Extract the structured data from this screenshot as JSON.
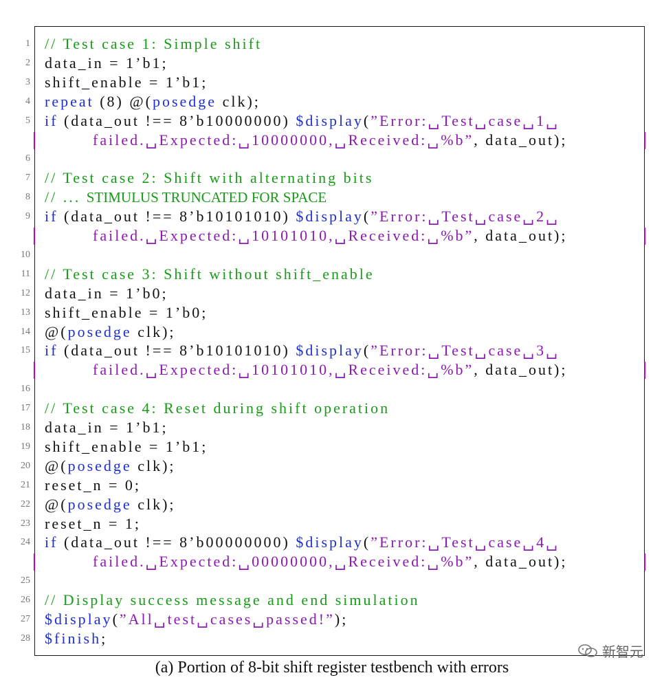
{
  "caption": "(a) Portion of 8-bit shift register testbench with errors",
  "watermark": "新智元",
  "lines": [
    {
      "n": "1",
      "parts": [
        {
          "c": "cm",
          "t": "// Test case 1: Simple shift"
        }
      ]
    },
    {
      "n": "2",
      "parts": [
        {
          "c": "",
          "t": "data_in = 1’b1;"
        }
      ]
    },
    {
      "n": "3",
      "parts": [
        {
          "c": "",
          "t": "shift_enable = 1’b1;"
        }
      ]
    },
    {
      "n": "4",
      "parts": [
        {
          "c": "kw",
          "t": "repeat"
        },
        {
          "c": "",
          "t": " (8) @("
        },
        {
          "c": "kw",
          "t": "posedge"
        },
        {
          "c": "",
          "t": " clk);"
        }
      ]
    },
    {
      "n": "5",
      "parts": [
        {
          "c": "kw",
          "t": "if"
        },
        {
          "c": "",
          "t": " (data_out !== 8’b10000000) "
        },
        {
          "c": "kw",
          "t": "$display"
        },
        {
          "c": "",
          "t": "("
        },
        {
          "c": "st",
          "t": "”Error:␣Test␣case␣1␣"
        }
      ]
    },
    {
      "n": "",
      "cont": true,
      "parts": [
        {
          "c": "st",
          "t": "failed.␣Expected:␣10000000,␣Received:␣%b”"
        },
        {
          "c": "",
          "t": ", data_out);"
        }
      ]
    },
    {
      "n": "6",
      "parts": []
    },
    {
      "n": "7",
      "parts": [
        {
          "c": "cm",
          "t": "// Test case 2: Shift with alternating bits"
        }
      ]
    },
    {
      "n": "8",
      "parts": [
        {
          "c": "cm",
          "t": "// ... "
        },
        {
          "c": "trunc",
          "t": "STIMULUS TRUNCATED FOR SPACE"
        }
      ]
    },
    {
      "n": "9",
      "parts": [
        {
          "c": "kw",
          "t": "if"
        },
        {
          "c": "",
          "t": " (data_out !== 8’b10101010) "
        },
        {
          "c": "kw",
          "t": "$display"
        },
        {
          "c": "",
          "t": "("
        },
        {
          "c": "st",
          "t": "”Error:␣Test␣case␣2␣"
        }
      ]
    },
    {
      "n": "",
      "cont": true,
      "parts": [
        {
          "c": "st",
          "t": "failed.␣Expected:␣10101010,␣Received:␣%b”"
        },
        {
          "c": "",
          "t": ", data_out);"
        }
      ]
    },
    {
      "n": "10",
      "parts": []
    },
    {
      "n": "11",
      "parts": [
        {
          "c": "cm",
          "t": "// Test case 3: Shift without shift_enable"
        }
      ]
    },
    {
      "n": "12",
      "parts": [
        {
          "c": "",
          "t": "data_in = 1’b0;"
        }
      ]
    },
    {
      "n": "13",
      "parts": [
        {
          "c": "",
          "t": "shift_enable = 1’b0;"
        }
      ]
    },
    {
      "n": "14",
      "parts": [
        {
          "c": "",
          "t": "@("
        },
        {
          "c": "kw",
          "t": "posedge"
        },
        {
          "c": "",
          "t": " clk);"
        }
      ]
    },
    {
      "n": "15",
      "parts": [
        {
          "c": "kw",
          "t": "if"
        },
        {
          "c": "",
          "t": " (data_out !== 8’b10101010) "
        },
        {
          "c": "kw",
          "t": "$display"
        },
        {
          "c": "",
          "t": "("
        },
        {
          "c": "st",
          "t": "”Error:␣Test␣case␣3␣"
        }
      ]
    },
    {
      "n": "",
      "cont": true,
      "parts": [
        {
          "c": "st",
          "t": "failed.␣Expected:␣10101010,␣Received:␣%b”"
        },
        {
          "c": "",
          "t": ", data_out);"
        }
      ]
    },
    {
      "n": "16",
      "parts": []
    },
    {
      "n": "17",
      "parts": [
        {
          "c": "cm",
          "t": "// Test case 4: Reset during shift operation"
        }
      ]
    },
    {
      "n": "18",
      "parts": [
        {
          "c": "",
          "t": "data_in = 1’b1;"
        }
      ]
    },
    {
      "n": "19",
      "parts": [
        {
          "c": "",
          "t": "shift_enable = 1’b1;"
        }
      ]
    },
    {
      "n": "20",
      "parts": [
        {
          "c": "",
          "t": "@("
        },
        {
          "c": "kw",
          "t": "posedge"
        },
        {
          "c": "",
          "t": " clk);"
        }
      ]
    },
    {
      "n": "21",
      "parts": [
        {
          "c": "",
          "t": "reset_n = 0;"
        }
      ]
    },
    {
      "n": "22",
      "parts": [
        {
          "c": "",
          "t": "@("
        },
        {
          "c": "kw",
          "t": "posedge"
        },
        {
          "c": "",
          "t": " clk);"
        }
      ]
    },
    {
      "n": "23",
      "parts": [
        {
          "c": "",
          "t": "reset_n = 1;"
        }
      ]
    },
    {
      "n": "24",
      "parts": [
        {
          "c": "kw",
          "t": "if"
        },
        {
          "c": "",
          "t": " (data_out !== 8’b00000000) "
        },
        {
          "c": "kw",
          "t": "$display"
        },
        {
          "c": "",
          "t": "("
        },
        {
          "c": "st",
          "t": "”Error:␣Test␣case␣4␣"
        }
      ]
    },
    {
      "n": "",
      "cont": true,
      "parts": [
        {
          "c": "st",
          "t": "failed.␣Expected:␣00000000,␣Received:␣%b”"
        },
        {
          "c": "",
          "t": ", data_out);"
        }
      ]
    },
    {
      "n": "25",
      "parts": []
    },
    {
      "n": "26",
      "parts": [
        {
          "c": "cm",
          "t": "// Display success message and end simulation"
        }
      ]
    },
    {
      "n": "27",
      "parts": [
        {
          "c": "kw",
          "t": "$display"
        },
        {
          "c": "",
          "t": "("
        },
        {
          "c": "st",
          "t": "”All␣test␣cases␣passed!”"
        },
        {
          "c": "",
          "t": ");"
        }
      ]
    },
    {
      "n": "28",
      "parts": [
        {
          "c": "kw",
          "t": "$finish"
        },
        {
          "c": "",
          "t": ";"
        }
      ]
    }
  ]
}
